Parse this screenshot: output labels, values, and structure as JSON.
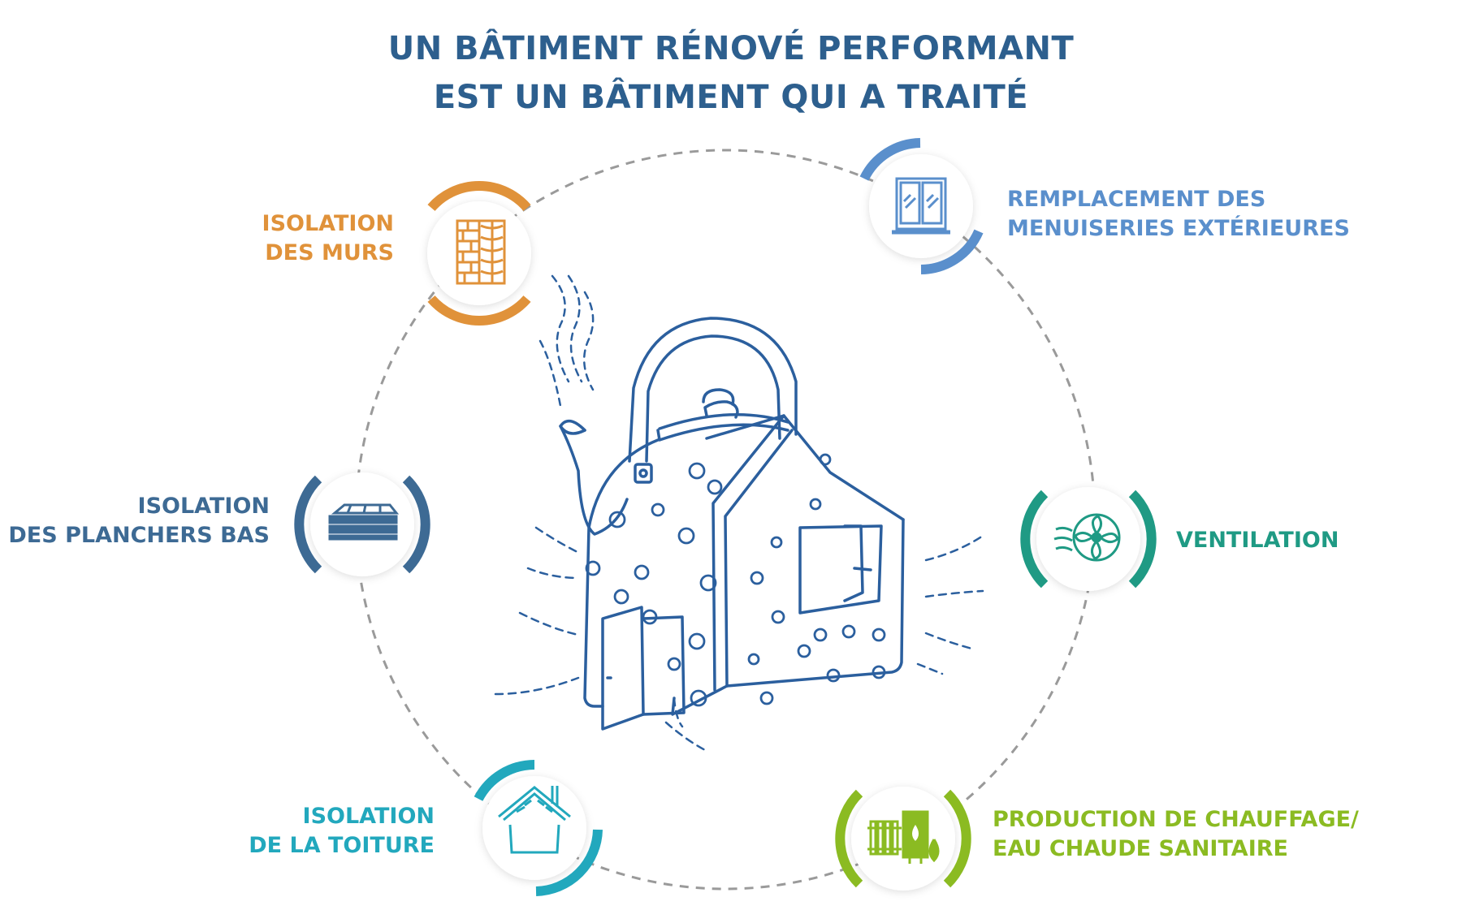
{
  "title": {
    "line1": "UN BÂTIMENT RÉNOVÉ PERFORMANT",
    "line2": "EST UN BÂTIMENT QUI A TRAITÉ"
  },
  "colors": {
    "title": "#2d5f8e",
    "murs": "#e0923a",
    "menuiseries": "#5a8fcc",
    "planchers": "#3d6a94",
    "ventilation": "#1f9a84",
    "toiture": "#22a8bd",
    "chauffage": "#8bbb22",
    "house": "#2b5f9e",
    "dashed_ring": "#9a9a9a"
  },
  "items": {
    "murs": {
      "line1": "ISOLATION",
      "line2": "DES MURS",
      "icon": "brick-wall-insulation-icon"
    },
    "menuiseries": {
      "line1": "REMPLACEMENT DES",
      "line2": "MENUISERIES EXTÉRIEURES",
      "icon": "window-icon"
    },
    "planchers": {
      "line1": "ISOLATION",
      "line2": "DES PLANCHERS BAS",
      "icon": "floor-insulation-icon"
    },
    "ventilation": {
      "line1": "VENTILATION",
      "icon": "ventilation-fan-icon"
    },
    "toiture": {
      "line1": "ISOLATION",
      "line2": "DE LA TOITURE",
      "icon": "roof-insulation-icon"
    },
    "chauffage": {
      "line1": "PRODUCTION DE CHAUFFAGE/",
      "line2": "EAU CHAUDE SANITAIRE",
      "icon": "boiler-radiator-icon"
    }
  },
  "central_illustration": "kettle-house-illustration"
}
